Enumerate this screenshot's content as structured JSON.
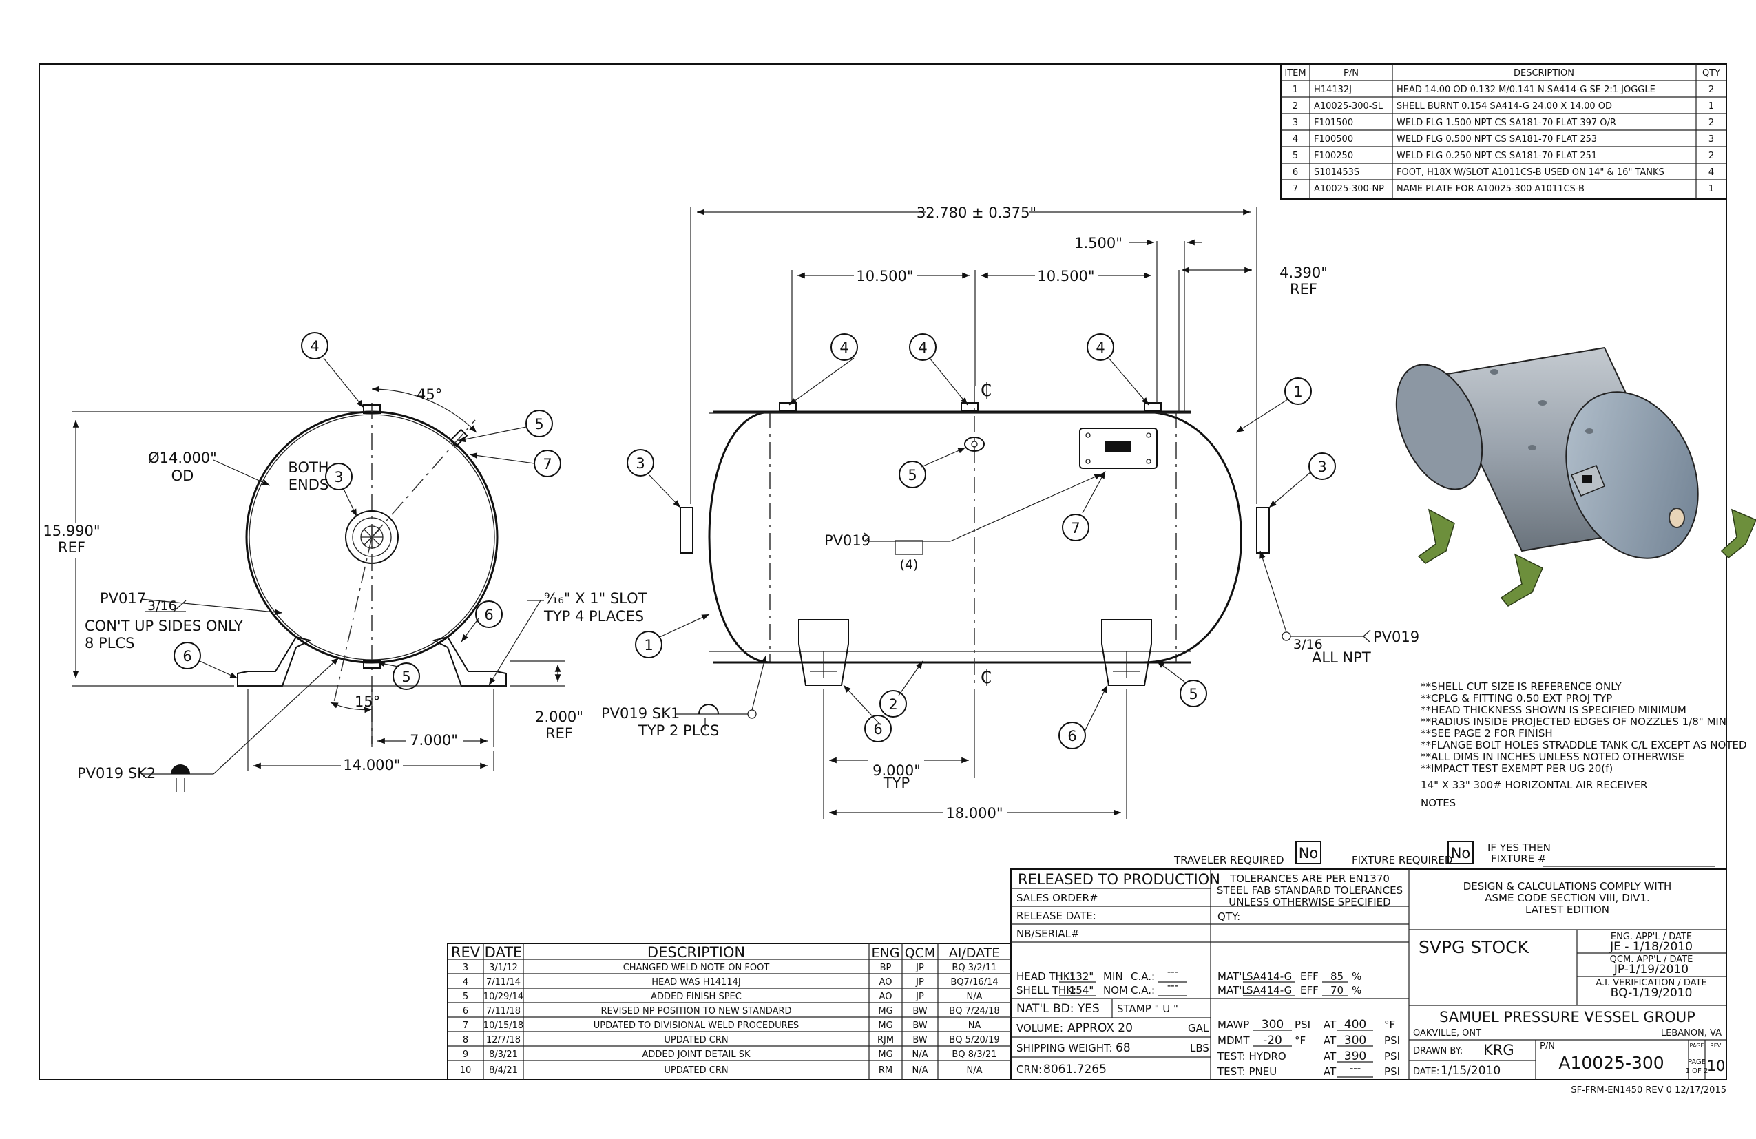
{
  "bom": {
    "headers": [
      "ITEM",
      "P/N",
      "DESCRIPTION",
      "QTY"
    ],
    "rows": [
      [
        "1",
        "H14132J",
        "HEAD 14.00 OD 0.132 M/0.141 N SA414-G SE 2:1 JOGGLE",
        "2"
      ],
      [
        "2",
        "A10025-300-SL",
        "SHELL BURNT 0.154 SA414-G 24.00 X 14.00 OD",
        "1"
      ],
      [
        "3",
        "F101500",
        "WELD FLG 1.500 NPT CS SA181-70 FLAT 397 O/R",
        "2"
      ],
      [
        "4",
        "F100500",
        "WELD FLG 0.500 NPT CS SA181-70 FLAT 253",
        "3"
      ],
      [
        "5",
        "F100250",
        "WELD FLG 0.250 NPT CS SA181-70 FLAT 251",
        "2"
      ],
      [
        "6",
        "S101453S",
        "FOOT, H18X W/SLOT A1011CS-B USED ON 14\" & 16\" TANKS",
        "4"
      ],
      [
        "7",
        "A10025-300-NP",
        "NAME PLATE FOR A10025-300 A1011CS-B",
        "1"
      ]
    ]
  },
  "end_view": {
    "diameter": "Ø14.000\"",
    "od": "OD",
    "height": "15.990\"",
    "height_ref": "REF",
    "angle_top": "45°",
    "angle_bottom": "15°",
    "both_ends_1": "BOTH",
    "both_ends_2": "ENDS",
    "pv017": "PV017",
    "weld_3_16": "3/16",
    "cont_up": "CON'T UP SIDES ONLY",
    "plcs8": "8 PLCS",
    "slot_1": "⁹⁄₁₆\" X 1\" SLOT",
    "slot_2": "TYP 4 PLACES",
    "foot_h": "2.000\"",
    "foot_h_ref": "REF",
    "half_w": "7.000\"",
    "full_w": "14.000\"",
    "pv019sk2": "PV019 SK2"
  },
  "side_view": {
    "overall": "32.780 ± 0.375\"",
    "d1500": "1.500\"",
    "d10500a": "10.500\"",
    "d10500b": "10.500\"",
    "d4390": "4.390\"",
    "d4390_ref": "REF",
    "cl": "₵",
    "pv019_a": "PV019",
    "qty4": "(4)",
    "pv019_sk1": "PV019 SK1",
    "typ2": "TYP 2 PLCS",
    "d9000": "9.000\"",
    "d9000_typ": "TYP",
    "d18000": "18.000\"",
    "pv019_b": "PV019",
    "weld_3_16": "3/16",
    "all_npt": "ALL NPT"
  },
  "notes": {
    "lines": [
      "**SHELL CUT SIZE IS REFERENCE ONLY",
      "**CPLG & FITTING 0.50 EXT PROJ TYP",
      "**HEAD THICKNESS SHOWN IS SPECIFIED MINIMUM",
      "**RADIUS INSIDE PROJECTED EDGES OF NOZZLES 1/8\" MIN",
      "**SEE PAGE 2 FOR FINISH",
      "**FLANGE BOLT HOLES STRADDLE TANK C/L EXCEPT AS NOTED",
      "**ALL DIMS IN INCHES UNLESS NOTED OTHERWISE",
      "**IMPACT TEST EXEMPT PER UG 20(f)"
    ],
    "product": "14\" X 33\" 300# HORIZONTAL AIR RECEIVER",
    "heading": "NOTES"
  },
  "revisions": {
    "headers": [
      "REV",
      "DATE",
      "DESCRIPTION",
      "ENG",
      "QCM",
      "AI/DATE"
    ],
    "rows": [
      [
        "3",
        "3/1/12",
        "CHANGED WELD NOTE ON FOOT",
        "BP",
        "JP",
        "BQ 3/2/11"
      ],
      [
        "4",
        "7/11/14",
        "HEAD WAS H14114J",
        "AO",
        "JP",
        "BQ7/16/14"
      ],
      [
        "5",
        "10/29/14",
        "ADDED FINISH SPEC",
        "AO",
        "JP",
        "N/A"
      ],
      [
        "6",
        "7/11/18",
        "REVISED NP POSITION TO NEW STANDARD",
        "MG",
        "BW",
        "BQ 7/24/18"
      ],
      [
        "7",
        "10/15/18",
        "UPDATED TO DIVISIONAL WELD PROCEDURES",
        "MG",
        "BW",
        "NA"
      ],
      [
        "8",
        "12/7/18",
        "UPDATED CRN",
        "RJM",
        "BW",
        "BQ 5/20/19"
      ],
      [
        "9",
        "8/3/21",
        "ADDED JOINT DETAIL SK",
        "MG",
        "N/A",
        "BQ 8/3/21"
      ],
      [
        "10",
        "8/4/21",
        "UPDATED CRN",
        "RM",
        "N/A",
        "N/A"
      ]
    ]
  },
  "title_block": {
    "traveler_label": "TRAVELER REQUIRED",
    "traveler_val": "No",
    "fixture_label": "FIXTURE REQUIRED",
    "fixture_val": "No",
    "if_yes_1": "IF YES THEN",
    "if_yes_2": "FIXTURE #",
    "released": "RELEASED TO PRODUCTION",
    "sales_order": "SALES ORDER#",
    "release_date": "RELEASE DATE:",
    "nb_serial": "NB/SERIAL#",
    "tol_1": "TOLERANCES ARE PER EN1370",
    "tol_2": "STEEL FAB STANDARD TOLERANCES",
    "tol_3": "UNLESS OTHERWISE SPECIFIED",
    "qty": "QTY:",
    "head_thk_label": "HEAD THK:",
    "head_thk": ".132\"",
    "min": "MIN",
    "ca": "C.A.:",
    "ca_val": "---",
    "matl": "MAT'L",
    "matl_val": "SA414-G",
    "eff": "EFF",
    "eff_head": "85",
    "pct": "%",
    "shell_thk_label": "SHELL THK:",
    "shell_thk": ".154\"",
    "nom": "NOM",
    "eff_shell": "70",
    "natl_bd": "NAT'L BD: YES",
    "stamp": "STAMP \"  U  \"",
    "volume_label": "VOLUME:",
    "volume": "APPROX 20",
    "gal": "GAL",
    "ship_label": "SHIPPING WEIGHT:",
    "ship": "68",
    "lbs": "LBS",
    "crn_label": "CRN:",
    "crn": "8061.7265",
    "mawp": "MAWP",
    "mawp_val": "300",
    "psi": "PSI",
    "at": "AT",
    "mawp_temp": "400",
    "degf": "°F",
    "mdmt": "MDMT",
    "mdmt_val": "-20",
    "mdmt_psi": "300",
    "test_hydro": "TEST: HYDRO",
    "hydro_psi": "390",
    "test_pneu": "TEST: PNEU",
    "pneu_psi": "---",
    "design_1": "DESIGN & CALCULATIONS COMPLY WITH",
    "design_2": "ASME CODE SECTION VIII, DIV1.",
    "design_3": "LATEST EDITION",
    "stock": "SVPG STOCK",
    "eng_label": "ENG. APP'L / DATE",
    "eng_val": "JE - 1/18/2010",
    "qcm_label": "QCM. APP'L / DATE",
    "qcm_val": "JP-1/19/2010",
    "ai_label": "A.I. VERIFICATION / DATE",
    "ai_val": "BQ-1/19/2010",
    "company": "SAMUEL PRESSURE VESSEL GROUP",
    "city_left": "OAKVILLE, ONT",
    "city_right": "LEBANON, VA",
    "drawn_by": "DRAWN BY:",
    "drawn_val": "KRG",
    "pn_label": "P/N",
    "pn": "A10025-300",
    "date_label": "DATE:",
    "date_val": "1/15/2010",
    "page_label": "PAGE",
    "page_val": "1 OF 2",
    "rev_label": "REV.",
    "rev_page": "PAGE",
    "rev_val": "10",
    "form": "SF-FRM-EN1450  REV 0 12/17/2015"
  },
  "balloons": {
    "one": "1",
    "two": "2",
    "three": "3",
    "four": "4",
    "five": "5",
    "six": "6",
    "seven": "7"
  },
  "colors": {
    "tank": "#9aa3ad",
    "feet": "#6d8f3c",
    "line": "#111111"
  }
}
